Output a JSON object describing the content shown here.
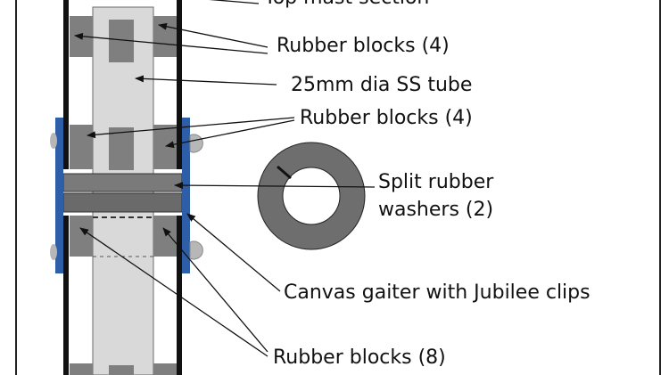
{
  "labels": {
    "top_mast_section": "Top mast section",
    "rubber_blocks_top": "Rubber blocks (4)",
    "tube": "25mm dia SS tube",
    "rubber_blocks_mid": "Rubber blocks (4)",
    "split_washers_line1": "Split rubber",
    "split_washers_line2": "washers (2)",
    "gaiter": "Canvas gaiter with Jubilee clips",
    "rubber_blocks_bottom": "Rubber blocks (8)"
  },
  "colors": {
    "mast_wall": "#111111",
    "tube_fill": "#d9d9d9",
    "rubber_fill": "#7f7f7f",
    "gaiter": "#2f5ea8",
    "washer": "#6e6e6e",
    "clip": "#b7b7b7"
  }
}
